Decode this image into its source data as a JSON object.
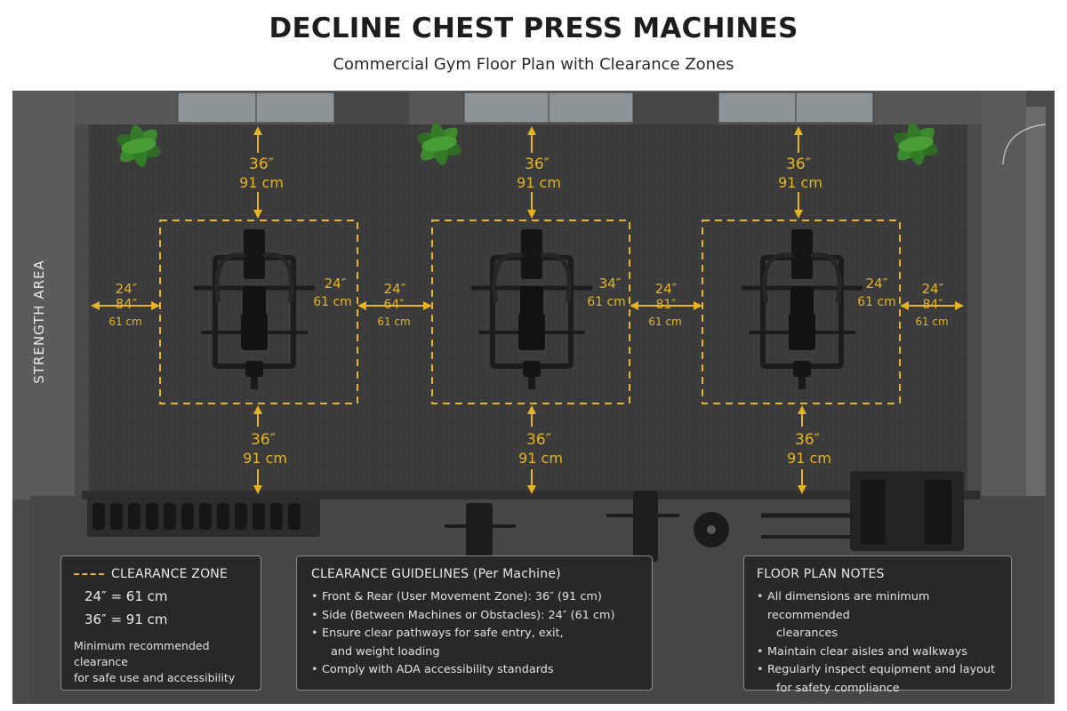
{
  "title": "DECLINE CHEST PRESS MACHINES",
  "subtitle": "Commercial Gym Floor Plan with Clearance Zones",
  "wall_label": "STRENGTH AREA",
  "colors": {
    "clearance": "#e6b422",
    "floor": "#3a3a3a",
    "wall": "#5a5a5a"
  },
  "icons": [
    "plant-icon",
    "chest-press-machine-icon",
    "dumbbell-rack-icon",
    "weight-bench-icon",
    "weight-plate-icon",
    "cable-machine-icon",
    "arrow-icon"
  ],
  "dimensions": {
    "front_in": "36″",
    "front_cm": "91 cm",
    "rear_in": "36″",
    "rear_cm": "91 cm",
    "side_in": "24″",
    "side_cm": "61 cm",
    "side_alt_in": "84″",
    "side_alt_cm": "61 cm",
    "mid_alt_in": "64″",
    "mid_alt_in2": "81″",
    "inner_in2": "34″"
  },
  "legend": {
    "title": "CLEARANCE ZONE",
    "row1": "24″  = 61 cm",
    "row2": "36″  = 91 cm",
    "footnote_line1": "Minimum recommended clearance",
    "footnote_line2": "for safe use and accessibility"
  },
  "guidelines": {
    "title": "CLEARANCE GUIDELINES (Per Machine)",
    "items": [
      "Front & Rear (User Movement Zone): 36″ (91 cm)",
      "Side (Between Machines or Obstacles): 24″ (61 cm)",
      "Ensure clear pathways for safe entry, exit,",
      "Comply with ADA accessibility standards"
    ],
    "item3_cont": "and weight loading"
  },
  "notes": {
    "title": "FLOOR PLAN NOTES",
    "item1": "All dimensions are minimum recommended",
    "item1_cont": "clearances",
    "item2": "Maintain clear aisles and walkways",
    "item3": "Regularly inspect equipment and layout",
    "item3_cont": "for safety compliance"
  }
}
